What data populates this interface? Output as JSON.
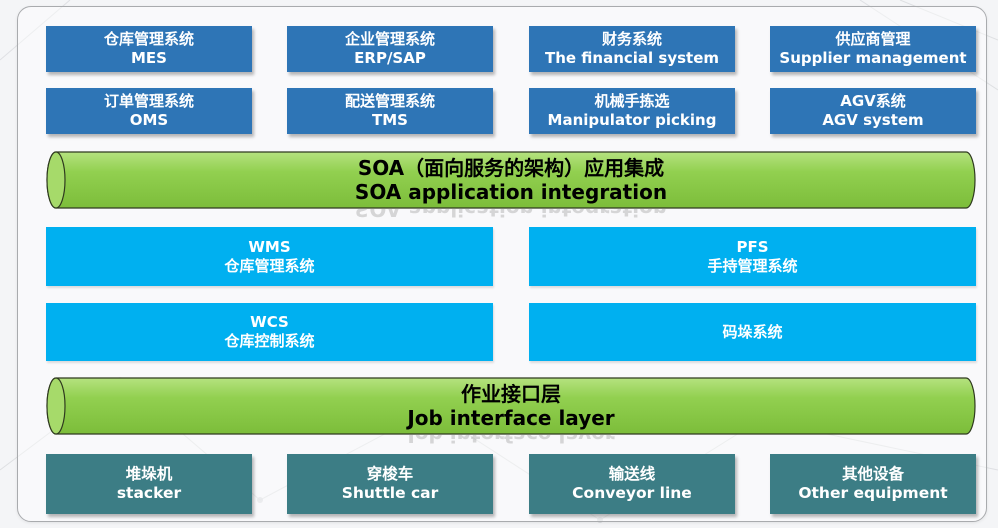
{
  "colors": {
    "app_box": "#2e75b6",
    "core_box": "#00b0f0",
    "device_box": "#3c7d85",
    "pipe_green": "#92d050",
    "pipe_outline": "#2f3a1f"
  },
  "apps_row1": [
    {
      "cn": "仓库管理系统",
      "en": "MES"
    },
    {
      "cn": "企业管理系统",
      "en": "ERP/SAP"
    },
    {
      "cn": "财务系统",
      "en": "The financial system"
    },
    {
      "cn": "供应商管理",
      "en": "Supplier management"
    }
  ],
  "apps_row2": [
    {
      "cn": "订单管理系统",
      "en": "OMS"
    },
    {
      "cn": "配送管理系统",
      "en": "TMS"
    },
    {
      "cn": "机械手拣选",
      "en": "Manipulator picking"
    },
    {
      "cn": "AGV系统",
      "en": "AGV system"
    }
  ],
  "soa": {
    "cn": "SOA（面向服务的架构）应用集成",
    "en": "SOA application integration"
  },
  "core": {
    "wms": {
      "line1": "WMS",
      "line2": "仓库管理系统"
    },
    "pfs": {
      "line1": "PFS",
      "line2": "手持管理系统"
    },
    "wcs": {
      "line1": "WCS",
      "line2": "仓库控制系统"
    },
    "stack": {
      "line1": "码垛系统"
    }
  },
  "job_layer": {
    "cn": "作业接口层",
    "en": "Job interface layer"
  },
  "devices": [
    {
      "cn": "堆垛机",
      "en": "stacker"
    },
    {
      "cn": "穿梭车",
      "en": "Shuttle car"
    },
    {
      "cn": "输送线",
      "en": "Conveyor line"
    },
    {
      "cn": "其他设备",
      "en": "Other equipment"
    }
  ]
}
